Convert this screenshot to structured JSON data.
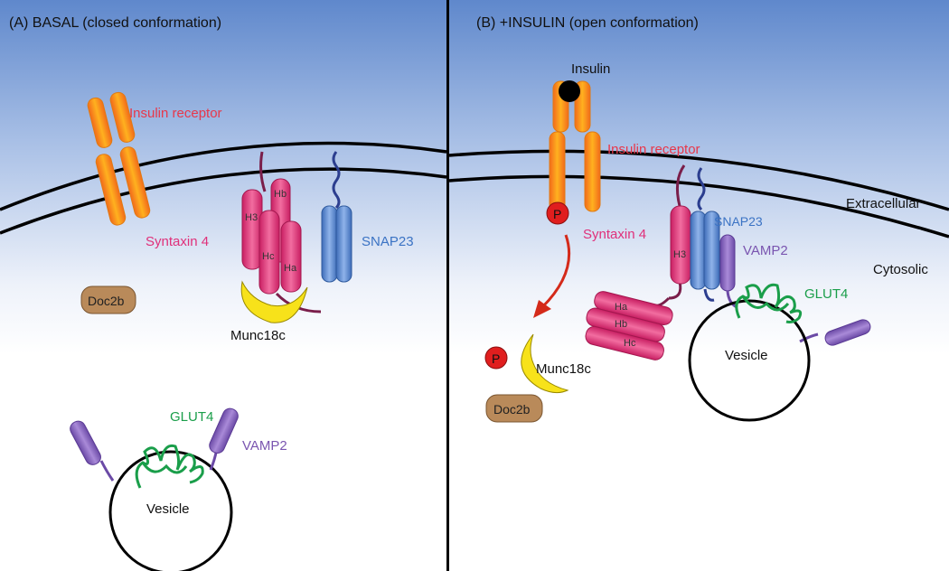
{
  "panels": {
    "basal": {
      "title": "(A) BASAL (closed conformation)",
      "insulin_receptor": "Insulin receptor",
      "syntaxin": "Syntaxin 4",
      "helix_h3": "H3",
      "helix_hb": "Hb",
      "helix_hc": "Hc",
      "helix_ha": "Ha",
      "snap23": "SNAP23",
      "doc2b": "Doc2b",
      "munc18c": "Munc18c",
      "glut4": "GLUT4",
      "vamp2": "VAMP2",
      "vesicle": "Vesicle"
    },
    "insulin": {
      "title": "(B) +INSULIN (open conformation)",
      "insulin": "Insulin",
      "insulin_receptor": "Insulin receptor",
      "phospho_receptor": "P",
      "syntaxin": "Syntaxin 4",
      "helix_h3": "H3",
      "snap23": "SNAP23",
      "vamp2": "VAMP2",
      "helix_ha": "Ha",
      "helix_hb": "Hb",
      "helix_hc": "Hc",
      "phospho_munc": "P",
      "munc18c": "Munc18c",
      "doc2b": "Doc2b",
      "glut4": "GLUT4",
      "vesicle": "Vesicle",
      "extracellular": "Extracellular",
      "cytosolic": "Cytosolic"
    }
  },
  "colors": {
    "receptor": "#f7a21b",
    "syntaxin": "#e8417e",
    "snap23": "#5b8fd6",
    "vamp2": "#8a6bbf",
    "glut4": "#1a9e4a",
    "munc18c": "#f7e21a",
    "doc2b": "#b98a5a",
    "phospho": "#e01e1e",
    "arrow": "#d42a1a",
    "label_receptor": "#e8374a",
    "label_syntaxin": "#e0307a",
    "label_snap": "#3b73c4",
    "label_vamp": "#7a55b0",
    "label_glut": "#1a9e4a"
  }
}
